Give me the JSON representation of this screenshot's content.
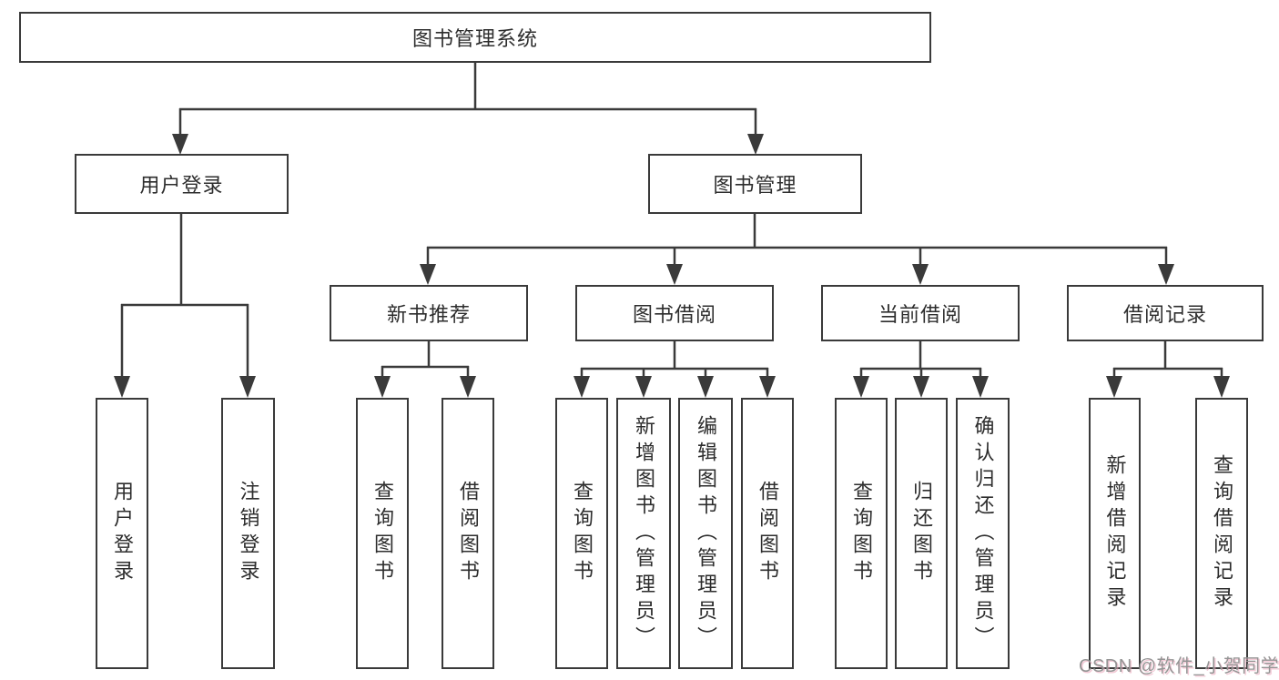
{
  "title": "图书管理系统",
  "watermark": {
    "text": "CSDN @软件_小贺同学"
  },
  "colors": {
    "background": "#ffffff",
    "line": "#3a3a3a",
    "box_border": "#3a3a3a",
    "text": "#2d2d2d",
    "watermark_gray": "#949494",
    "watermark_pink": "#e9a0b6"
  },
  "tree": {
    "label": "图书管理系统",
    "children": [
      {
        "label": "用户登录",
        "children": [
          {
            "label": "用户登录"
          },
          {
            "label": "注销登录"
          }
        ]
      },
      {
        "label": "图书管理",
        "children": [
          {
            "label": "新书推荐",
            "children": [
              {
                "label": "查询图书"
              },
              {
                "label": "借阅图书"
              }
            ]
          },
          {
            "label": "图书借阅",
            "children": [
              {
                "label": "查询图书"
              },
              {
                "label": "新增图书（管理员）"
              },
              {
                "label": "编辑图书（管理员）"
              },
              {
                "label": "借阅图书"
              }
            ]
          },
          {
            "label": "当前借阅",
            "children": [
              {
                "label": "查询图书"
              },
              {
                "label": "归还图书"
              },
              {
                "label": "确认归还（管理员）"
              }
            ]
          },
          {
            "label": "借阅记录",
            "children": [
              {
                "label": "新增借阅记录"
              },
              {
                "label": "查询借阅记录"
              }
            ]
          }
        ]
      }
    ]
  }
}
